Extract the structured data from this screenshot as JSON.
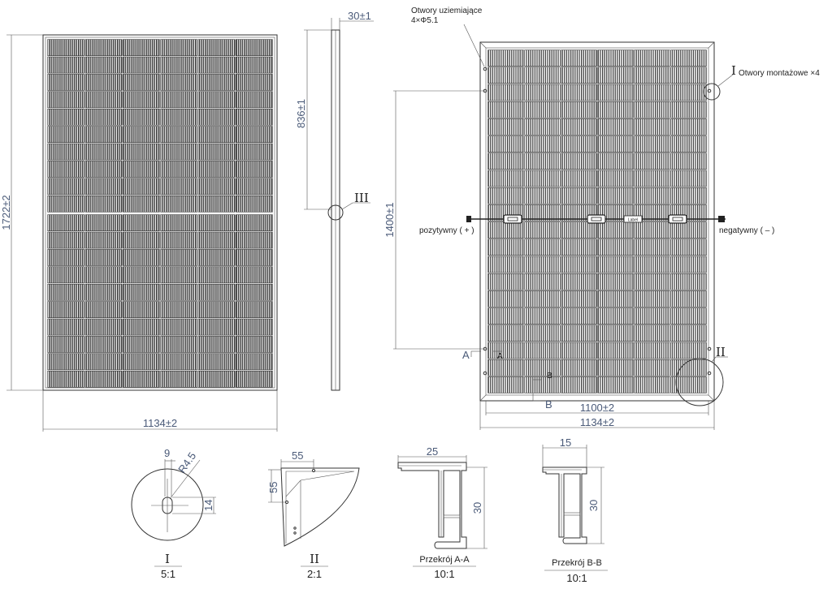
{
  "front_view": {
    "height_dim": "1722±2",
    "width_dim": "1134±2"
  },
  "side_view": {
    "thickness_dim": "30±1",
    "mid_dim": "836±1",
    "detail_ref": "III"
  },
  "rear_view": {
    "grounding_holes_label": "Otwory uziemiające",
    "grounding_holes_spec": "4×Φ5.1",
    "mounting_holes_ref": "I",
    "mounting_holes_label": "Otwory montażowe ×4",
    "hole_spacing_dim": "1400±1",
    "positive_label": "pozytywny ( + )",
    "negative_label": "negatywny ( – )",
    "section_a": "A",
    "section_b": "B",
    "detail_ii_ref": "II",
    "inner_width_dim": "1100±2",
    "outer_width_dim": "1134±2",
    "junction_box_label": "Label"
  },
  "details": {
    "detail_i": {
      "dim_9": "9",
      "dim_r": "R4.5",
      "dim_14": "14",
      "ref": "I",
      "scale": "5:1"
    },
    "detail_ii": {
      "dim_55_top": "55",
      "dim_55_left": "55",
      "ref": "II",
      "scale": "2:1"
    },
    "section_aa": {
      "dim_width": "25",
      "dim_height": "30",
      "title": "Przekrój A-A",
      "scale": "10:1"
    },
    "section_bb": {
      "dim_width": "15",
      "dim_height": "30",
      "title": "Przekrój B-B",
      "scale": "10:1"
    }
  }
}
